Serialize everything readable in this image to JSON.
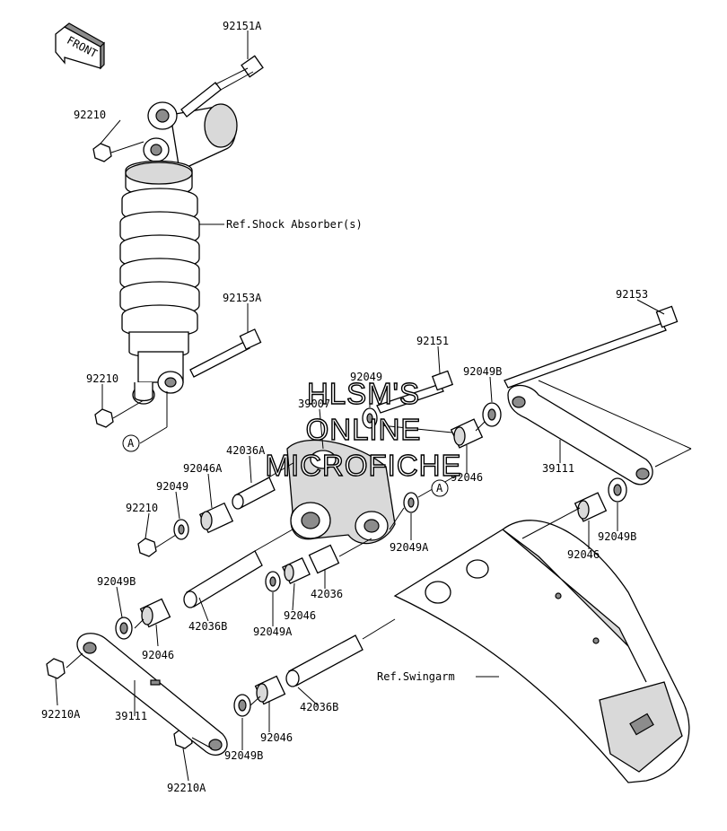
{
  "front_label": "FRONT",
  "watermark": [
    "HLSM'S",
    "ONLINE",
    "MICROFICHE"
  ],
  "callout_letter": "A",
  "labels": {
    "p92151A": "92151A",
    "p92210_top": "92210",
    "ref_shock": "Ref.Shock Absorber(s)",
    "p92153A": "92153A",
    "p92210_mid": "92210",
    "p92153": "92153",
    "p92151": "92151",
    "p92049_top": "92049",
    "p92049B_top": "92049B",
    "p39007": "39007",
    "p42036A": "42036A",
    "p92046A": "92046A",
    "p92049_mid": "92049",
    "p92210_low": "92210",
    "p92046_top": "92046",
    "p39111_right": "39111",
    "p92049A_right": "92049A",
    "p92046_right": "92046",
    "p92049B_right": "92049B",
    "p42036": "42036",
    "p92049B_left": "92049B",
    "p92046_mid": "92046",
    "p92049A_mid": "92049A",
    "p92046_left": "92046",
    "p42036B_top": "42036B",
    "ref_swingarm": "Ref.Swingarm",
    "p92210A_left": "92210A",
    "p39111_left": "39111",
    "p92049B_bot": "92049B",
    "p92046_bot": "92046",
    "p42036B_bot": "42036B",
    "p92210A_bot": "92210A"
  }
}
